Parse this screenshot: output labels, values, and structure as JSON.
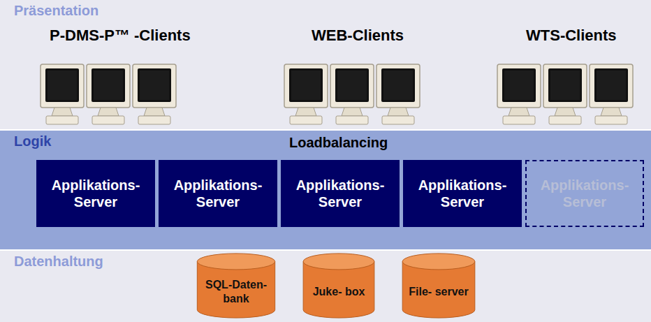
{
  "diagram": {
    "nodes": [
      {
        "text": [
          "Präsentation"
        ]
      },
      {
        "text": [
          "Logik",
          "Loadbalancing"
        ]
      },
      {
        "text": [
          "Applikations- Server"
        ],
        "in": 1
      },
      {
        "text": [
          "Applikations- Server"
        ],
        "in": 1
      },
      {
        "text": [
          "Applikations- Server"
        ],
        "in": 1
      },
      {
        "text": [
          "Applikations- Server"
        ],
        "in": 1
      },
      {
        "text": [
          "Applikations- Server"
        ],
        "in": 1
      },
      {
        "text": [
          "Datenhaltung"
        ]
      },
      {
        "text": [
          "SQL-Daten- bank"
        ],
        "in": 7
      },
      {
        "text": [
          "Juke- box"
        ],
        "in": 7
      },
      {
        "text": [
          "File- server"
        ],
        "in": 7
      }
    ],
    "labels": [
      "P-DMS-P™ -Clients",
      "WEB-Clients",
      "WTS-Clients"
    ]
  }
}
